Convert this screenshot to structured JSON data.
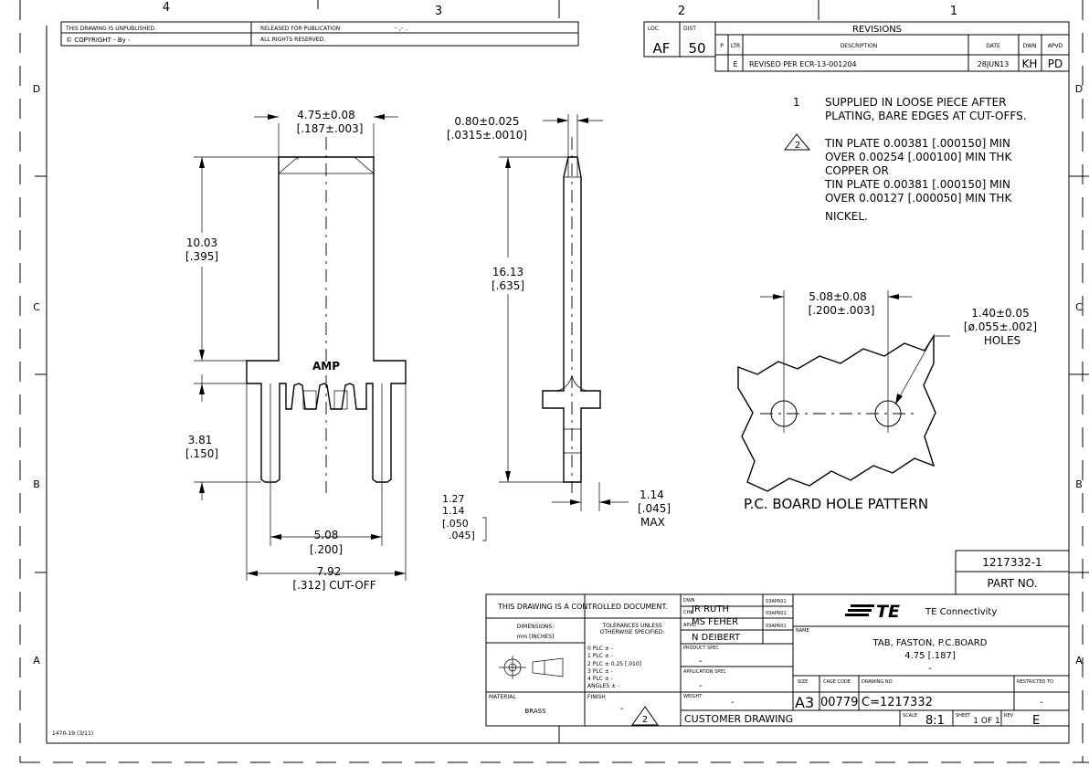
{
  "zones": {
    "top": [
      "4",
      "3",
      "2",
      "1"
    ],
    "left": [
      "D",
      "C",
      "B",
      "A"
    ],
    "right": [
      "D",
      "C",
      "B",
      "A"
    ]
  },
  "header": {
    "unpublished": "THIS DRAWING IS UNPUBLISHED.",
    "released": "RELEASED FOR PUBLICATION",
    "released_value": "- ,-  .",
    "copyright": "© COPYRIGHT -   By -",
    "rights": "ALL RIGHTS RESERVED."
  },
  "loc_dist": {
    "loc_label": "LOC",
    "dist_label": "DIST",
    "loc": "AF",
    "dist": "50"
  },
  "revisions": {
    "title": "REVISIONS",
    "col_p": "P",
    "col_ltr": "LTR",
    "col_desc": "DESCRIPTION",
    "col_date": "DATE",
    "col_dwn": "DWN",
    "col_apvd": "APVD",
    "rows": [
      {
        "ltr": "E",
        "desc": "REVISED PER ECR-13-001204",
        "date": "28JUN13",
        "dwn": "KH",
        "apvd": "PD"
      }
    ]
  },
  "notes": {
    "n1_num": "1",
    "n1_l1": "SUPPLIED IN LOOSE PIECE AFTER",
    "n1_l2": "PLATING, BARE EDGES AT CUT-OFFS.",
    "n2_num": "2",
    "n2_l1": "TIN PLATE 0.00381 [.000150] MIN",
    "n2_l2": "OVER 0.00254 [.000100] MIN THK",
    "n2_l3": "COPPER OR",
    "n2_l4": "TIN PLATE 0.00381 [.000150] MIN",
    "n2_l5": "OVER 0.00127 [.000050] MIN THK",
    "n2_l6": "NICKEL."
  },
  "dims": {
    "tab_width_mm": "4.75±0.08",
    "tab_width_in": "[.187±.003]",
    "tab_len_mm": "10.03",
    "tab_len_in": "[.395]",
    "leg_len_mm": "3.81",
    "leg_len_in": "[.150]",
    "leg_sp_mm": "5.08",
    "leg_sp_in": "[.200]",
    "cutoff_mm": "7.92",
    "cutoff_in": "[.312] CUT-OFF",
    "thick_mm": "0.80±0.025",
    "thick_in": "[.0315±.0010]",
    "side_len_mm": "16.13",
    "side_len_in": "[.635]",
    "max_mm": "1.14",
    "max_in": "[.045]",
    "max_label": "MAX",
    "leg_w_a": "1.27",
    "leg_w_b": "1.14",
    "leg_w_c": "[.050",
    "leg_w_d": ".045]",
    "hole_sp_mm": "5.08±0.08",
    "hole_sp_in": "[.200±.003]",
    "hole_d_mm": "1.40±0.05",
    "hole_d_in": "[ø.055±.002]",
    "hole_label": "HOLES",
    "amp_mark": "AMP"
  },
  "board_title": "P.C. BOARD   HOLE PATTERN",
  "part": {
    "number": "1217332-1",
    "label": "PART NO."
  },
  "title_block": {
    "controlled": "THIS DRAWING IS A CONTROLLED DOCUMENT.",
    "dimensions_label": "DIMENSIONS:",
    "dimensions_unit": "mm [INCHES]",
    "tol_label1": "TOLERANCES UNLESS",
    "tol_label2": "OTHERWISE SPECIFIED:",
    "tol_rows": [
      "0 PLC    ± -",
      "1 PLC    ± -",
      "2 PLC    ± 0.25 [.010]",
      "3 PLC    ± -",
      "4 PLC    ± -",
      "ANGLES       ± -"
    ],
    "material_label": "MATERIAL",
    "material": "BRASS",
    "finish_label": "FINISH",
    "finish_dash": "-",
    "finish_note": "2",
    "dwn_label": "DWN",
    "dwn_name": "JR RUTH",
    "dwn_date": "03APR01",
    "chk_label": "CHK",
    "chk_name": "MS FEHER",
    "chk_date": "03APR01",
    "apvd_label": "APVD",
    "apvd_name": "N DEIBERT",
    "apvd_date": "03APR01",
    "product_spec_label": "PRODUCT SPEC",
    "product_spec": "-",
    "app_spec_label": "APPLICATION SPEC",
    "app_spec": "-",
    "weight_label": "WEIGHT",
    "weight": "-",
    "customer_drawing": "CUSTOMER DRAWING",
    "logo": "TE",
    "company": "TE Connectivity",
    "name_label": "NAME",
    "name_l1": "TAB, FASTON, P.C.BOARD",
    "name_l2": "4.75 [.187]",
    "name_l3": "-",
    "size_label": "SIZE",
    "size": "A3",
    "cage_label": "CAGE CODE",
    "cage": "00779",
    "dwg_label": "DRAWING NO",
    "dwg": "C=1217332",
    "restricted_label": "RESTRICTED TO",
    "restricted": "-",
    "scale_label": "SCALE",
    "scale": "8:1",
    "sheet_label": "SHEET",
    "sheet": "1 OF 1",
    "rev_label": "REV",
    "rev": "E"
  },
  "form_number": "1470-19  (3/11)"
}
